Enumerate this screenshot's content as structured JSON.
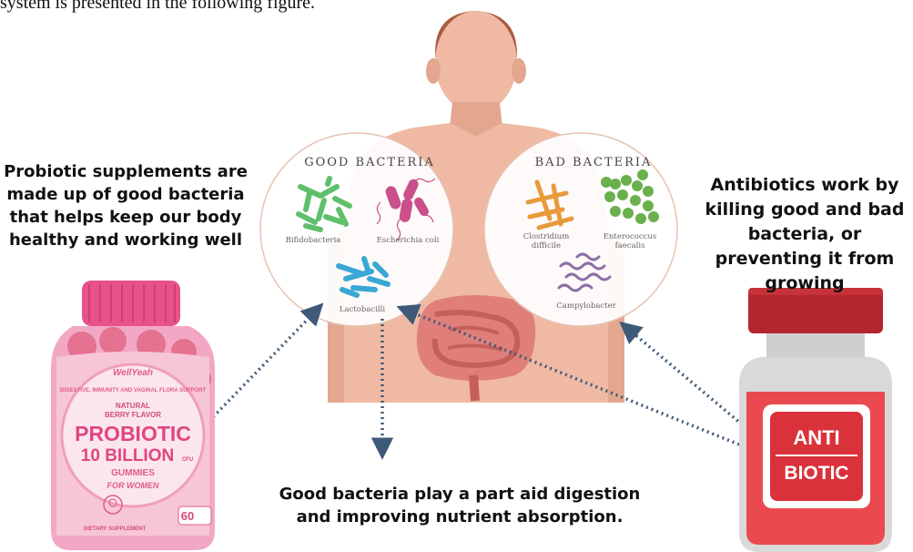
{
  "top_text": "system is presented in the following figure.",
  "captions": {
    "probiotic": "Probiotic supplements are made up of good bacteria that helps keep our body healthy and working well",
    "antibiotic": "Antibiotics work by killing good and bad bacteria, or preventing it from growing",
    "digestion": "Good bacteria play a part aid digestion and improving nutrient absorption."
  },
  "good_bacteria": {
    "title": "GOOD BACTERIA",
    "items": [
      "Bifidobacteria",
      "Escherichia coli",
      "Lactobacilli"
    ]
  },
  "bad_bacteria": {
    "title": "BAD BACTERIA",
    "items": [
      "Clostridium difficile",
      "Enterococcus faecalis",
      "Campylobacter"
    ]
  },
  "probiotic_bottle": {
    "brand": "WellYeah",
    "band_text": "DIGESTIVE, IMMUNITY AND VAGINAL FLORA SUPPORT",
    "flavor_line1": "NATURAL",
    "flavor_line2": "BERRY FLAVOR",
    "name_line1": "PROBIOTIC",
    "name_line2": "10 BILLION",
    "cfu": "CFU",
    "form": "GUMMIES",
    "audience": "FOR WOMEN",
    "count": "60",
    "footer": "DIETARY SUPPLEMENT"
  },
  "antibiotic_bottle": {
    "line1": "ANTI",
    "line2": "BIOTIC"
  },
  "colors": {
    "skin": "#efb9a4",
    "skin_dark": "#e3a68f",
    "hair": "#a85c40",
    "intestine": "#e07f7a",
    "bifido": "#5fbf6b",
    "ecoli": "#c9508b",
    "lacto": "#3aa7d4",
    "clostridium": "#e89a3a",
    "enterococcus": "#6ab04c",
    "campylobacter": "#8c6fa6",
    "arrow": "#3f5a78",
    "probiotic_pink": "#e8528a",
    "antibiotic_red": "#d9323a"
  }
}
